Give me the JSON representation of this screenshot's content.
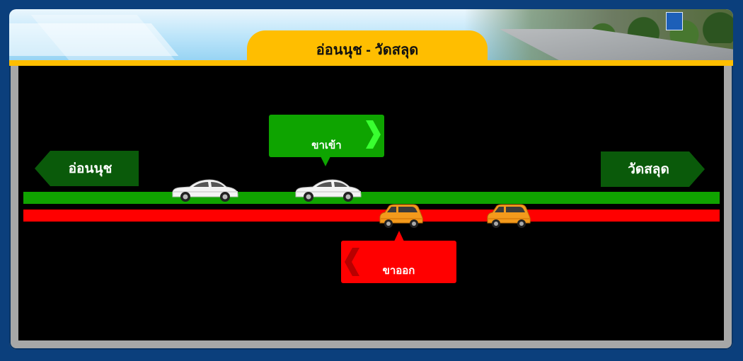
{
  "header": {
    "title": "อ่อนนุช - วัดสลุด"
  },
  "destinations": {
    "left": "อ่อนนุช",
    "right": "วัดสลุด"
  },
  "lanes": {
    "inbound": {
      "label": "ขาเข้า",
      "color": "#10a300",
      "arrow": "chevron-right-icon"
    },
    "outbound": {
      "label": "ขาออก",
      "color": "#ff0000",
      "arrow": "chevron-left-icon"
    }
  },
  "vehicles": [
    {
      "type": "sedan",
      "color": "#ffffff",
      "lane": "inbound"
    },
    {
      "type": "sedan",
      "color": "#ffffff",
      "lane": "inbound"
    },
    {
      "type": "hatchback",
      "color": "#f39a1c",
      "lane": "outbound"
    },
    {
      "type": "hatchback",
      "color": "#f39a1c",
      "lane": "outbound"
    }
  ]
}
